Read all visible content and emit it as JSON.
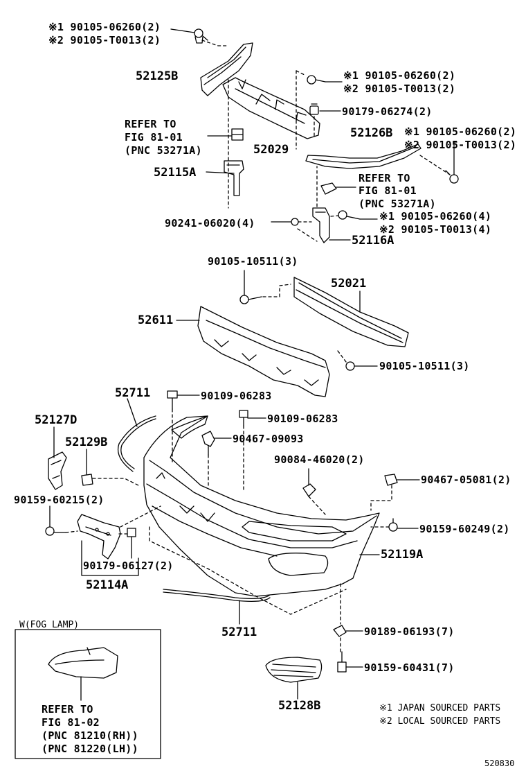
{
  "callouts": {
    "top_bolt_1": "※1 90105-06260(2)",
    "top_bolt_2": "※2 90105-T0013(2)",
    "pnc_52125B": "52125B",
    "right_bolt_1": "※1 90105-06260(2)",
    "right_bolt_2": "※2 90105-T0013(2)",
    "nut_90179_06274": "90179-06274(2)",
    "refer_left_1": "REFER TO",
    "refer_left_2": "FIG 81-01",
    "refer_left_3": "(PNC 53271A)",
    "pnc_52029": "52029",
    "pnc_52126B": "52126B",
    "mid_bolt_1": "※1 90105-06260(2)",
    "mid_bolt_2": "※2 90105-T0013(2)",
    "pnc_52115A": "52115A",
    "refer_right_1": "REFER TO",
    "refer_right_2": "FIG 81-01",
    "refer_right_3": "(PNC 53271A)",
    "lower_bolt_1": "※1 90105-06260(4)",
    "lower_bolt_2": "※2 90105-T0013(4)",
    "screw_90241": "90241-06020(4)",
    "pnc_52116A": "52116A",
    "bolt_10511_top": "90105-10511(3)",
    "pnc_52021": "52021",
    "pnc_52611": "52611",
    "bolt_10511_bottom": "90105-10511(3)",
    "pnc_52711_top": "52711",
    "screw_90109_a": "90109-06283",
    "screw_90109_b": "90109-06283",
    "pnc_52127D": "52127D",
    "clip_90467_09093": "90467-09093",
    "pnc_52129B": "52129B",
    "clip_90084": "90084-46020(2)",
    "clip_90467_05081": "90467-05081(2)",
    "screw_90159_60215": "90159-60215(2)",
    "screw_90159_60249": "90159-60249(2)",
    "nut_90179_06127": "90179-06127(2)",
    "pnc_52119A": "52119A",
    "pnc_52114A": "52114A",
    "pnc_52711_bottom": "52711",
    "clip_90189": "90189-06193(7)",
    "screw_90159_60431": "90159-60431(7)",
    "pnc_52128B": "52128B"
  },
  "fog_box": {
    "title": "W(FOG LAMP)",
    "refer_1": "REFER TO",
    "refer_2": "FIG 81-02",
    "refer_3": "(PNC 81210(RH))",
    "refer_4": "(PNC 81220(LH))"
  },
  "legend": {
    "note_1": "※1 JAPAN SOURCED PARTS",
    "note_2": "※2 LOCAL SOURCED PARTS"
  },
  "figure_id": "520830"
}
